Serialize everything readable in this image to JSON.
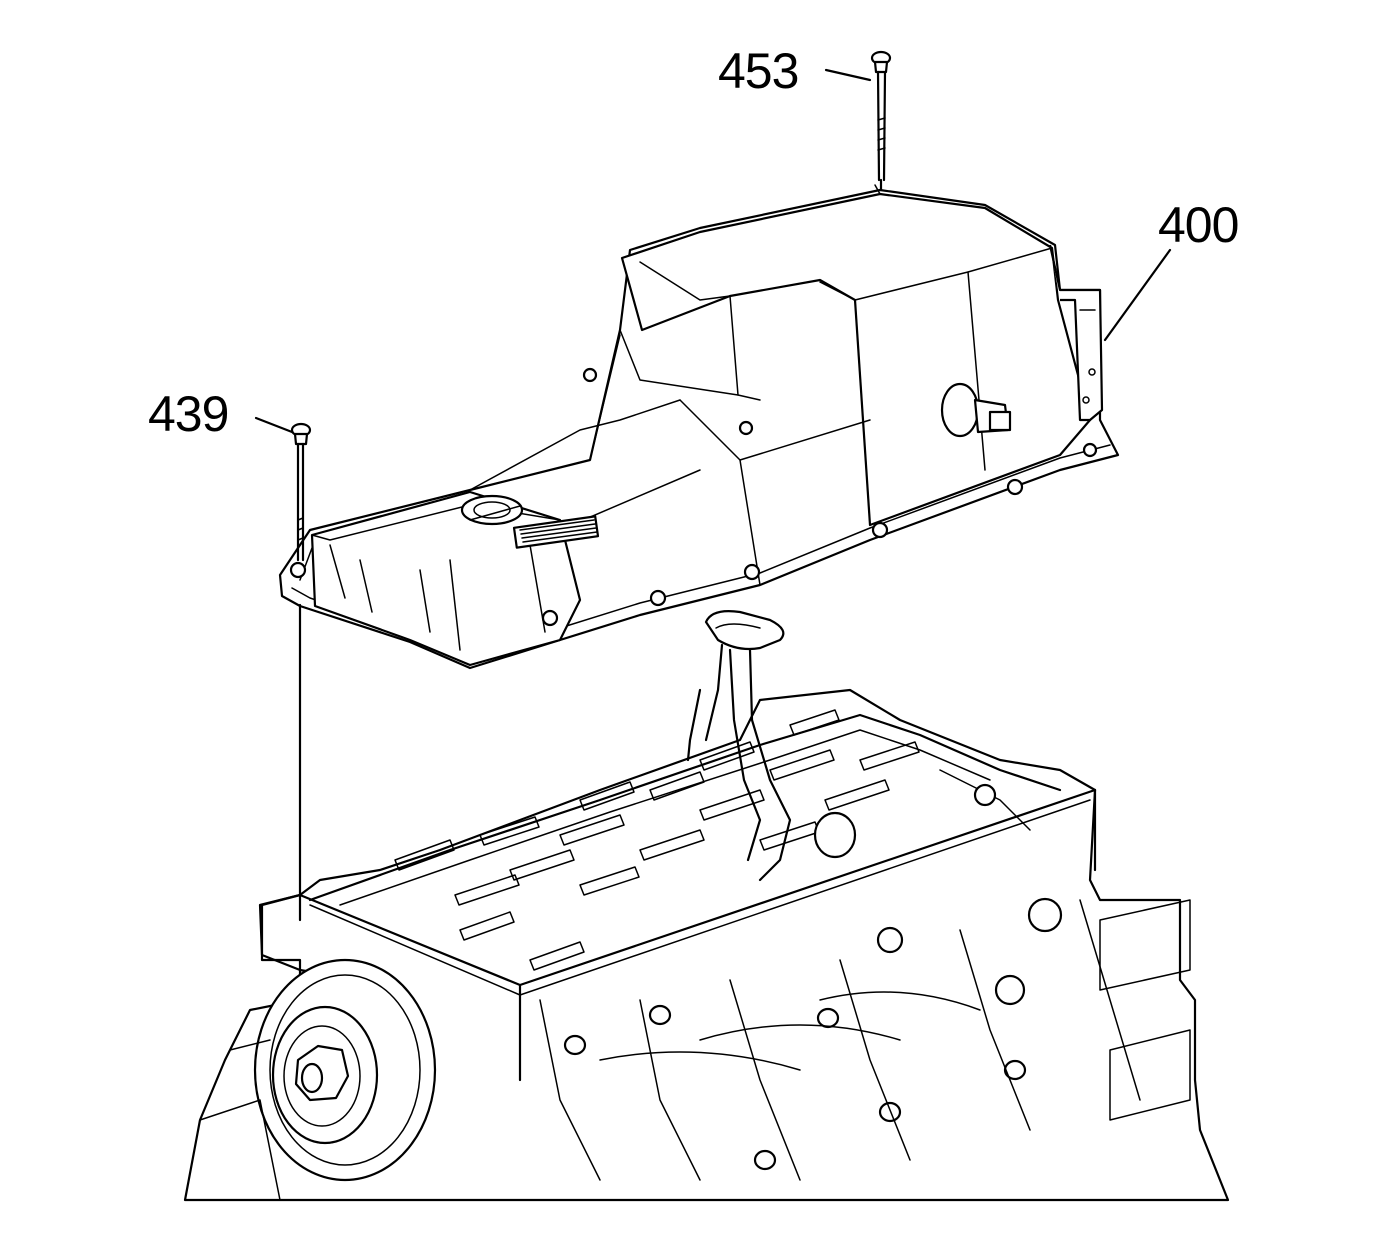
{
  "figure": {
    "callouts": {
      "bolt_top": "453",
      "oil_pan": "400",
      "bolt_left": "439"
    },
    "colors": {
      "ink": "#000000",
      "background": "#ffffff"
    }
  }
}
